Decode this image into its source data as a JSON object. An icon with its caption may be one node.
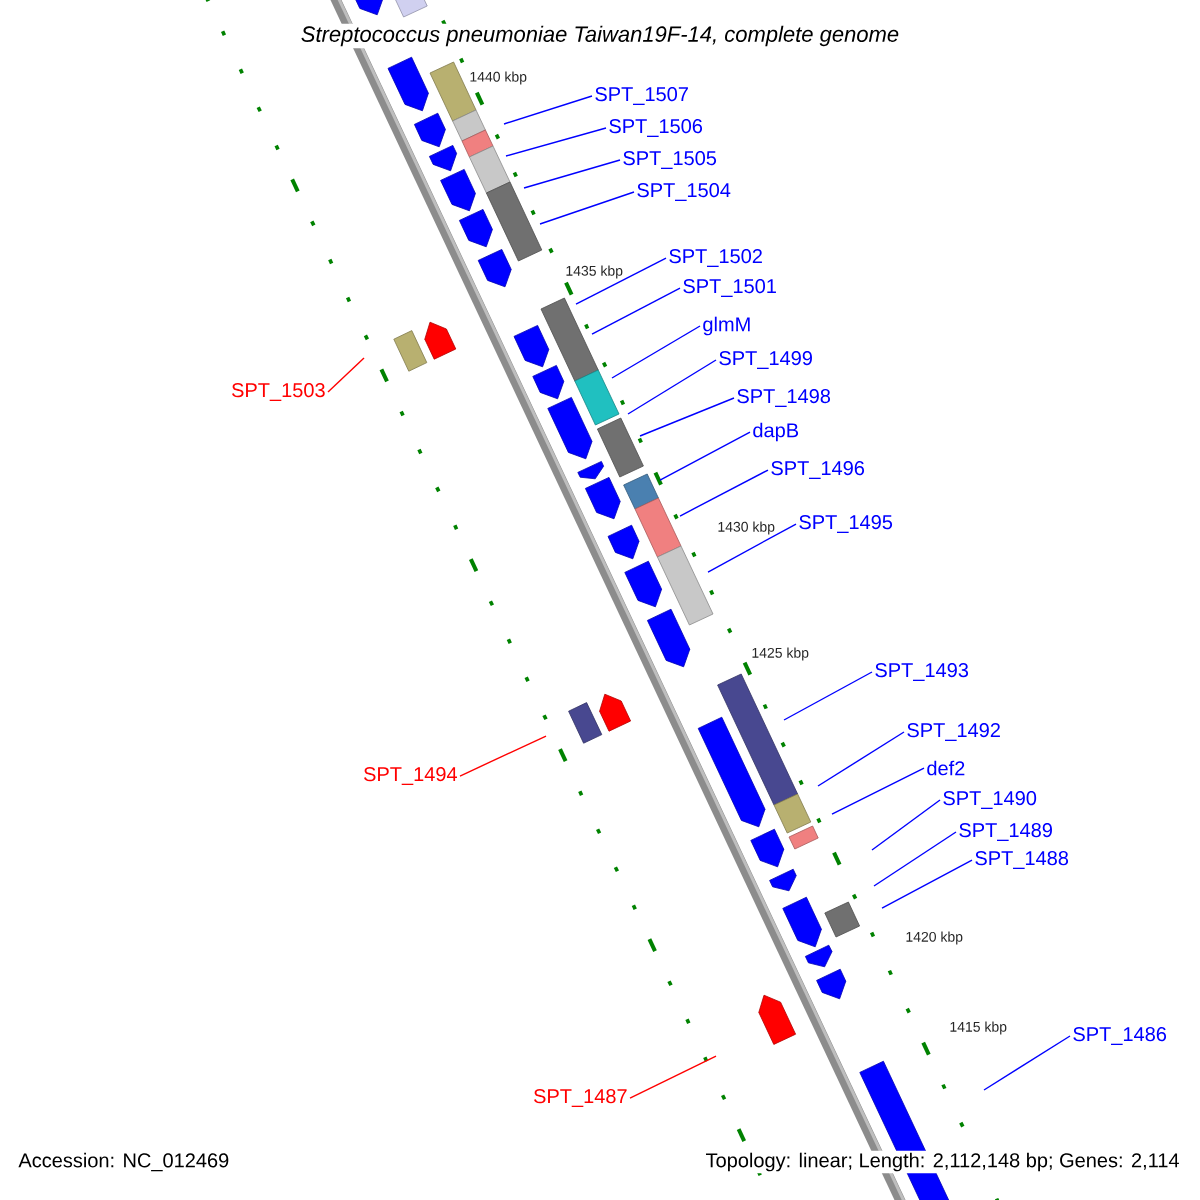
{
  "diagram": {
    "title": "Streptococcus pneumoniae Taiwan19F-14, complete genome",
    "nodes": [
      {
        "text": [
          "SPT_1507"
        ]
      },
      {
        "text": [
          "SPT_1506"
        ]
      },
      {
        "text": [
          "SPT_1505"
        ]
      },
      {
        "text": [
          "SPT_1504"
        ]
      },
      {
        "text": [
          "SPT_1502"
        ]
      },
      {
        "text": [
          "SPT_1501"
        ]
      },
      {
        "text": [
          "glmM"
        ]
      },
      {
        "text": [
          "SPT_1499"
        ]
      },
      {
        "text": [
          "SPT_1503"
        ]
      },
      {
        "text": [
          "SPT_1498"
        ]
      },
      {
        "text": [
          "dapB"
        ]
      },
      {
        "text": [
          "SPT_1496"
        ]
      },
      {
        "text": [
          "SPT_1495"
        ]
      },
      {
        "text": [
          "SPT_1493"
        ]
      },
      {
        "text": [
          "SPT_1492"
        ]
      },
      {
        "text": [
          "def2"
        ]
      },
      {
        "text": [
          "SPT_1494"
        ]
      },
      {
        "text": [
          "SPT_1490"
        ]
      },
      {
        "text": [
          "SPT_1489"
        ]
      },
      {
        "text": [
          "SPT_1488"
        ]
      },
      {
        "text": [
          "SPT_1486"
        ]
      },
      {
        "text": [
          "SPT_1487"
        ]
      }
    ],
    "edges": [
      {
        "from": 0,
        "to": null,
        "arrow": "none"
      },
      {
        "from": 1,
        "to": null,
        "arrow": "none"
      },
      {
        "from": 2,
        "to": null,
        "arrow": "none"
      },
      {
        "from": 3,
        "to": null,
        "arrow": "none"
      },
      {
        "from": 4,
        "to": null,
        "arrow": "none"
      },
      {
        "from": 5,
        "to": null,
        "arrow": "none"
      },
      {
        "from": 6,
        "to": null,
        "arrow": "none"
      },
      {
        "from": 7,
        "to": null,
        "arrow": "none"
      },
      {
        "from": 8,
        "to": null,
        "arrow": "none",
        "color": "#ff0000"
      },
      {
        "from": 9,
        "to": null,
        "arrow": "none"
      },
      {
        "from": 10,
        "to": null,
        "arrow": "none"
      },
      {
        "from": 11,
        "to": null,
        "arrow": "none"
      },
      {
        "from": 12,
        "to": null,
        "arrow": "none"
      },
      {
        "from": 13,
        "to": null,
        "arrow": "none"
      },
      {
        "from": 14,
        "to": null,
        "arrow": "none"
      },
      {
        "from": 15,
        "to": null,
        "arrow": "none"
      },
      {
        "from": 16,
        "to": null,
        "arrow": "none",
        "color": "#ff0000"
      },
      {
        "from": 17,
        "to": null,
        "arrow": "none"
      },
      {
        "from": 18,
        "to": null,
        "arrow": "none"
      },
      {
        "from": 19,
        "to": null,
        "arrow": "none"
      },
      {
        "from": 20,
        "to": null,
        "arrow": "none"
      },
      {
        "from": 21,
        "to": null,
        "arrow": "none",
        "color": "#ff0000"
      }
    ],
    "labels": [
      "1440 kbp",
      "1435 kbp",
      "1430 kbp",
      "1425 kbp",
      "1420 kbp",
      "1415 kbp",
      "Accession: NC_012469",
      "Topology: linear; Length: 2,112,148 bp; Genes: 2,114"
    ]
  }
}
